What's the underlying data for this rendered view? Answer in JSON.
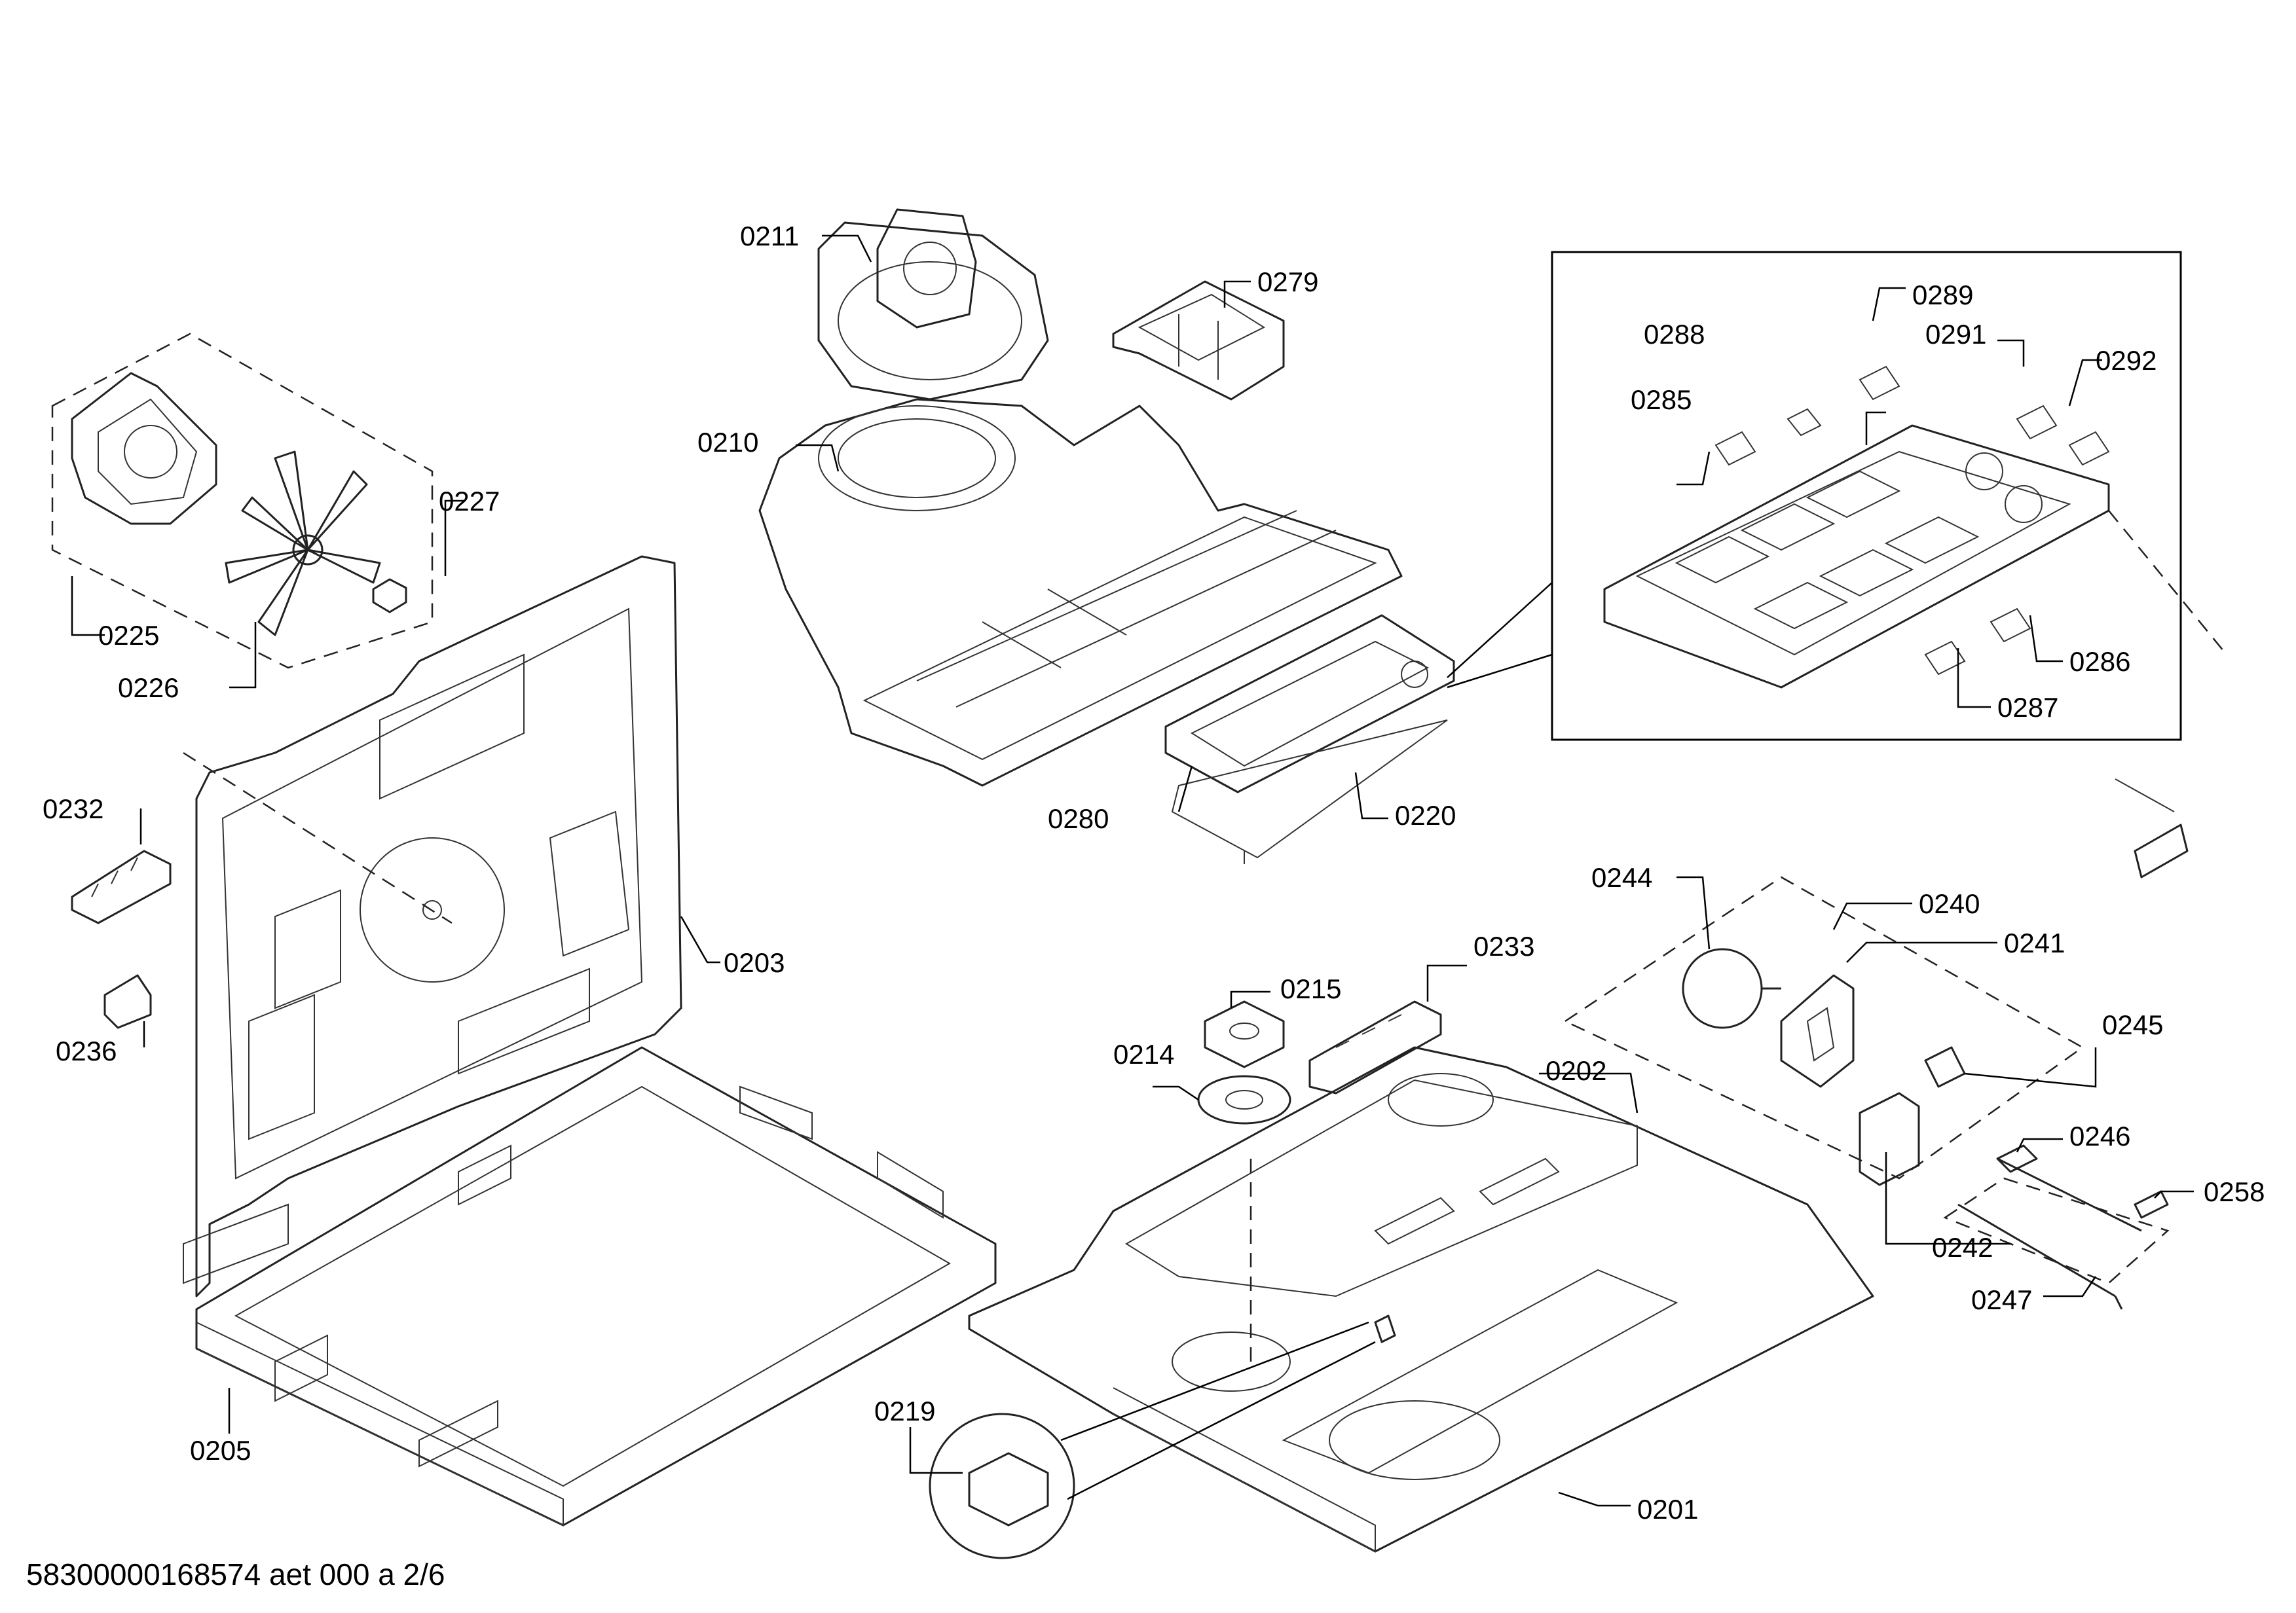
{
  "footer": "58300000168574 aet 000 a 2/6",
  "parts": [
    {
      "key": "0201",
      "label": "0201"
    },
    {
      "key": "0202",
      "label": "0202"
    },
    {
      "key": "0203",
      "label": "0203"
    },
    {
      "key": "0205",
      "label": "0205"
    },
    {
      "key": "0210",
      "label": "0210"
    },
    {
      "key": "0211",
      "label": "0211"
    },
    {
      "key": "0214",
      "label": "0214"
    },
    {
      "key": "0215",
      "label": "0215"
    },
    {
      "key": "0219",
      "label": "0219"
    },
    {
      "key": "0220",
      "label": "0220"
    },
    {
      "key": "0225",
      "label": "0225"
    },
    {
      "key": "0226",
      "label": "0226"
    },
    {
      "key": "0227",
      "label": "0227"
    },
    {
      "key": "0232",
      "label": "0232"
    },
    {
      "key": "0233",
      "label": "0233"
    },
    {
      "key": "0236",
      "label": "0236"
    },
    {
      "key": "0240",
      "label": "0240"
    },
    {
      "key": "0241",
      "label": "0241"
    },
    {
      "key": "0242",
      "label": "0242"
    },
    {
      "key": "0244",
      "label": "0244"
    },
    {
      "key": "0245",
      "label": "0245"
    },
    {
      "key": "0246",
      "label": "0246"
    },
    {
      "key": "0247",
      "label": "0247"
    },
    {
      "key": "0258",
      "label": "0258"
    },
    {
      "key": "0279",
      "label": "0279"
    },
    {
      "key": "0280",
      "label": "0280"
    },
    {
      "key": "0285",
      "label": "0285"
    },
    {
      "key": "0286",
      "label": "0286"
    },
    {
      "key": "0287",
      "label": "0287"
    },
    {
      "key": "0288",
      "label": "0288"
    },
    {
      "key": "0289",
      "label": "0289"
    },
    {
      "key": "0291",
      "label": "0291"
    },
    {
      "key": "0292",
      "label": "0292"
    }
  ]
}
